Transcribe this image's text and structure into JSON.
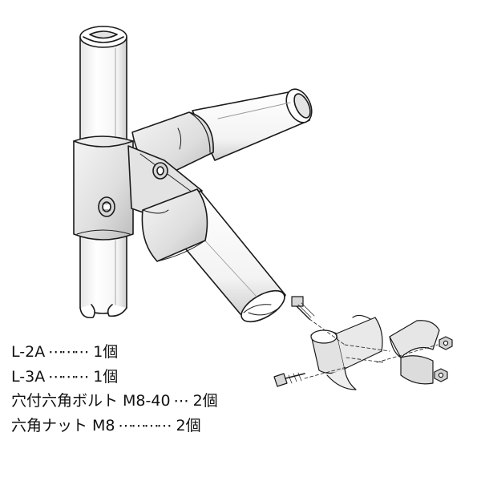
{
  "parts": [
    {
      "name": "L-2A",
      "dots": "⋯⋯⋯",
      "qty": "1個"
    },
    {
      "name": "L-3A",
      "dots": "⋯⋯⋯",
      "qty": "1個"
    },
    {
      "name": "穴付六角ボルト M8-40",
      "dots": "⋯",
      "qty": "2個"
    },
    {
      "name": "六角ナット M8",
      "dots": "⋯⋯⋯⋯",
      "qty": "2個"
    }
  ],
  "colors": {
    "line": "#1a1a1a",
    "pipe_fill": "#ffffff",
    "joint_fill": "#ececec",
    "shade": "#c8c8c8"
  }
}
